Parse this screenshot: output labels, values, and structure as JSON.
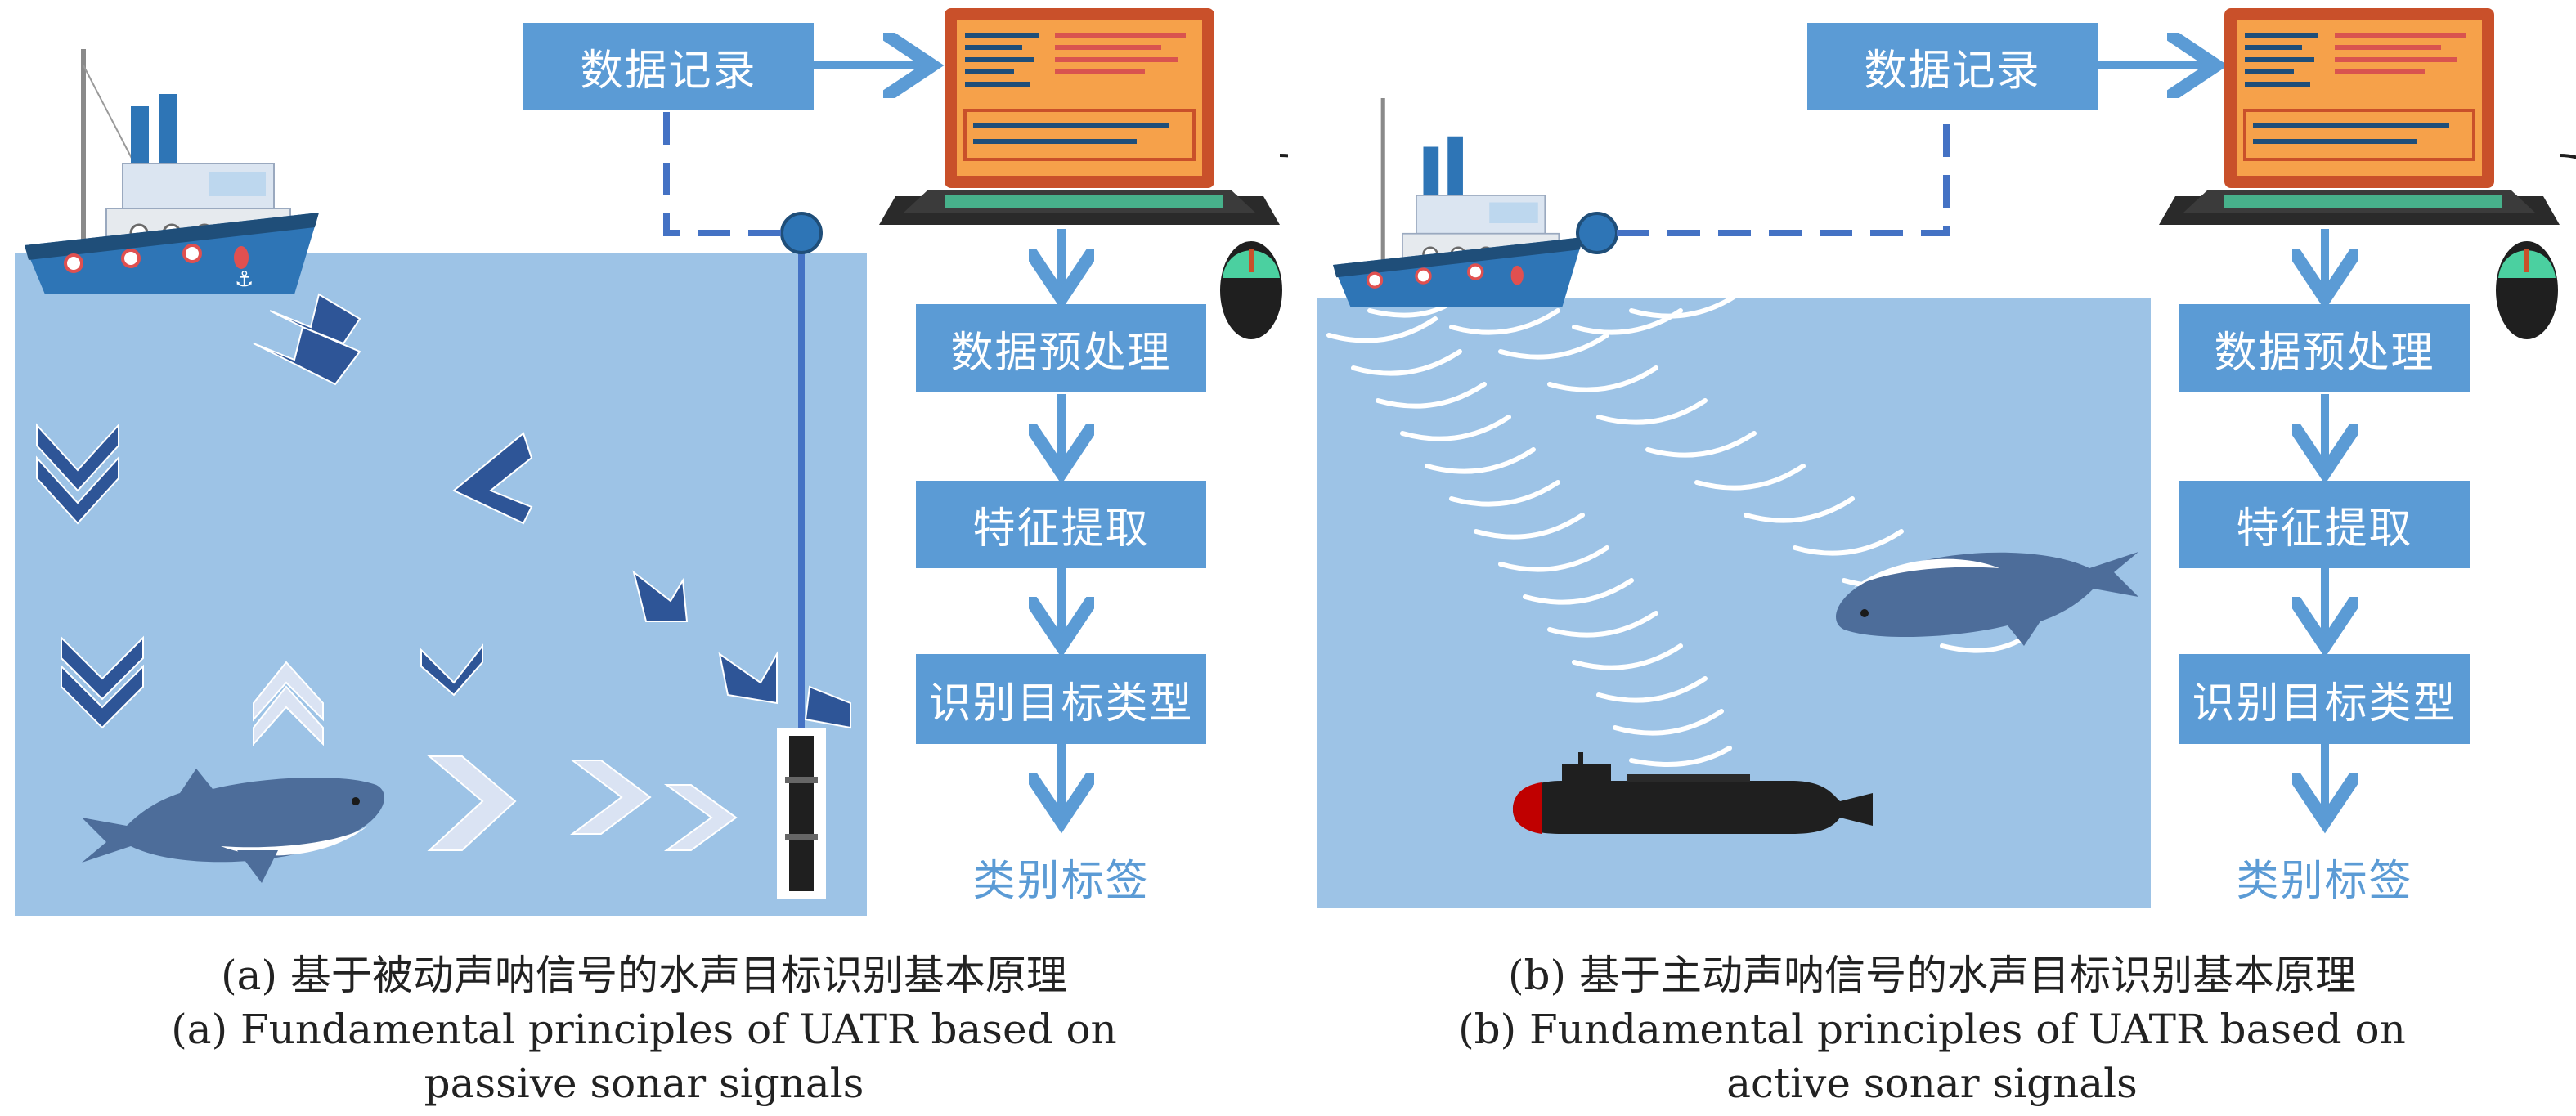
{
  "colors": {
    "accent_blue": "#5b9bd5",
    "water": "#9dc3e6",
    "dark_blue": "#2e5597",
    "white": "#ffffff"
  },
  "panels": [
    {
      "id": "a",
      "record_label": "数据记录",
      "steps": [
        "数据预处理",
        "特征提取",
        "识别目标类型"
      ],
      "output_label": "类别标签",
      "caption_cn": "(a) 基于被动声呐信号的水声目标识别基本原理",
      "caption_en_1": "(a) Fundamental principles of UATR based on",
      "caption_en_2": "passive sonar signals"
    },
    {
      "id": "b",
      "record_label": "数据记录",
      "steps": [
        "数据预处理",
        "特征提取",
        "识别目标类型"
      ],
      "output_label": "类别标签",
      "caption_cn": "(b) 基于主动声呐信号的水声目标识别基本原理",
      "caption_en_1": "(b) Fundamental principles of UATR based on",
      "caption_en_2": "active sonar signals"
    }
  ],
  "icons": [
    "ship-icon",
    "laptop-icon",
    "mouse-icon",
    "shark-icon",
    "hydrophone-icon",
    "submarine-icon",
    "chevron-wave-icon"
  ]
}
